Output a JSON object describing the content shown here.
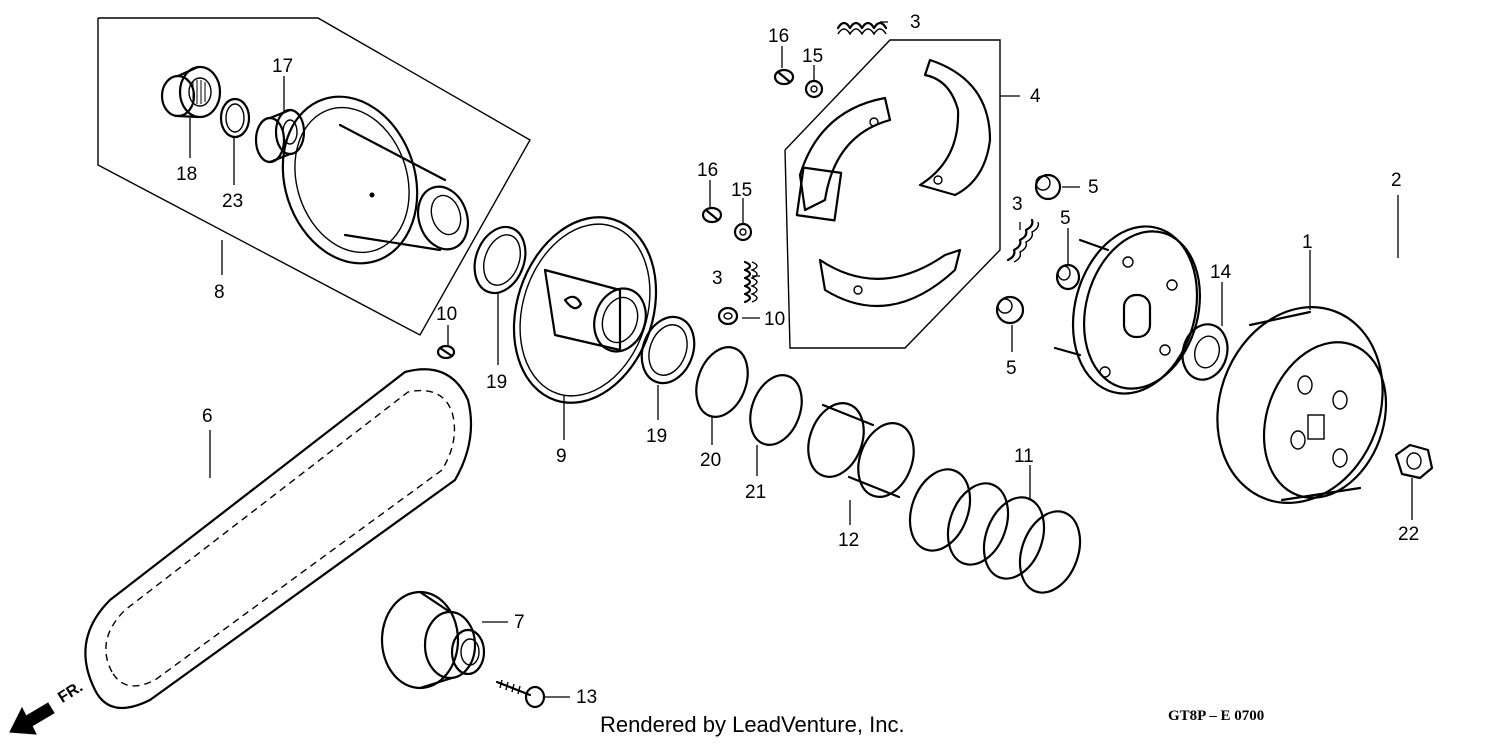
{
  "diagram": {
    "credit": "Rendered by LeadVenture, Inc.",
    "code": "GT8P – E 0700",
    "direction_label": "FR.",
    "callouts": [
      {
        "id": "c1",
        "text": "1"
      },
      {
        "id": "c2",
        "text": "2"
      },
      {
        "id": "c3a",
        "text": "3"
      },
      {
        "id": "c3b",
        "text": "3"
      },
      {
        "id": "c3c",
        "text": "3"
      },
      {
        "id": "c4",
        "text": "4"
      },
      {
        "id": "c5a",
        "text": "5"
      },
      {
        "id": "c5b",
        "text": "5"
      },
      {
        "id": "c5c",
        "text": "5"
      },
      {
        "id": "c6",
        "text": "6"
      },
      {
        "id": "c7",
        "text": "7"
      },
      {
        "id": "c8",
        "text": "8"
      },
      {
        "id": "c9",
        "text": "9"
      },
      {
        "id": "c10a",
        "text": "10"
      },
      {
        "id": "c10b",
        "text": "10"
      },
      {
        "id": "c11",
        "text": "11"
      },
      {
        "id": "c12",
        "text": "12"
      },
      {
        "id": "c13",
        "text": "13"
      },
      {
        "id": "c14",
        "text": "14"
      },
      {
        "id": "c15a",
        "text": "15"
      },
      {
        "id": "c15b",
        "text": "15"
      },
      {
        "id": "c16a",
        "text": "16"
      },
      {
        "id": "c16b",
        "text": "16"
      },
      {
        "id": "c17",
        "text": "17"
      },
      {
        "id": "c18",
        "text": "18"
      },
      {
        "id": "c19a",
        "text": "19"
      },
      {
        "id": "c19b",
        "text": "19"
      },
      {
        "id": "c20",
        "text": "20"
      },
      {
        "id": "c21",
        "text": "21"
      },
      {
        "id": "c22",
        "text": "22"
      },
      {
        "id": "c23",
        "text": "23"
      }
    ]
  }
}
